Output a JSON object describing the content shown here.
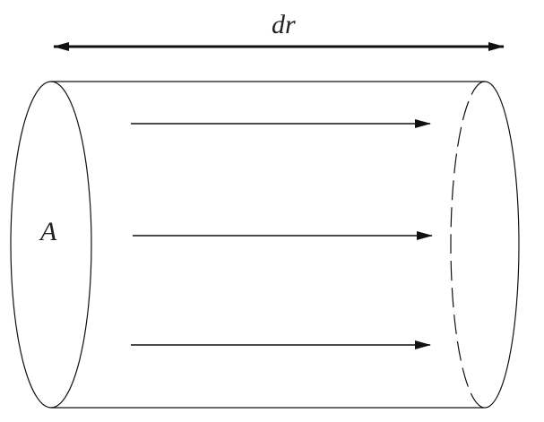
{
  "labels": {
    "length": "dr",
    "area": "A"
  },
  "colors": {
    "stroke": "#111111",
    "background": "#ffffff"
  },
  "flow_arrows": 3
}
